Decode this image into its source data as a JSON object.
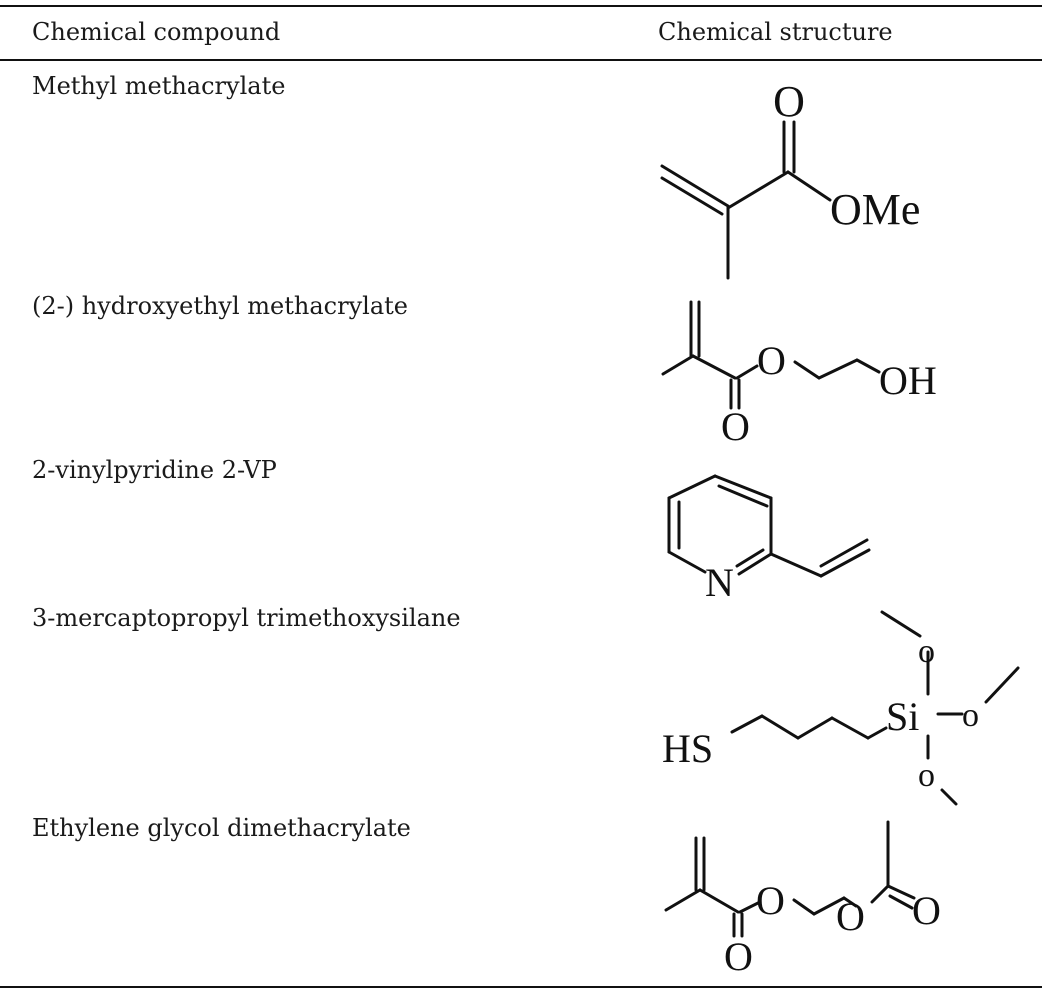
{
  "table": {
    "headers": {
      "compound": "Chemical compound",
      "structure": "Chemical structure"
    },
    "rows": [
      {
        "compound": "Methyl methacrylate",
        "structure_labels": [
          "O",
          "OMe"
        ]
      },
      {
        "compound": "(2-) hydroxyethyl methacrylate",
        "structure_labels": [
          "O",
          "OH",
          "O"
        ]
      },
      {
        "compound": "2-vinylpyridine 2-VP",
        "structure_labels": [
          "N"
        ]
      },
      {
        "compound": "3-mercaptopropyl trimethoxysilane",
        "structure_labels": [
          "HS",
          "Si",
          "o",
          "o",
          "o"
        ]
      },
      {
        "compound": "Ethylene glycol dimethacrylate",
        "structure_labels": [
          "O",
          "O",
          "O",
          "O"
        ]
      }
    ]
  }
}
